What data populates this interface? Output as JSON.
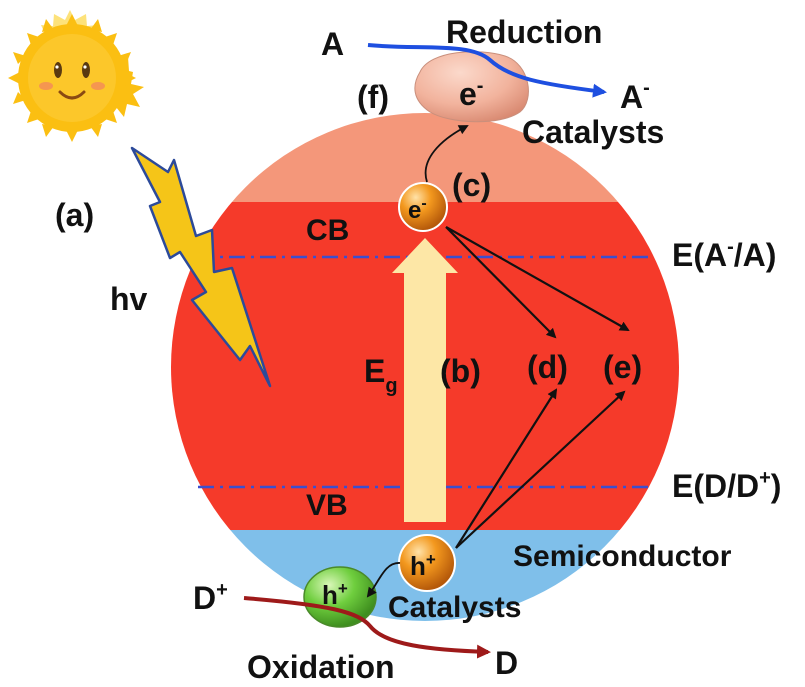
{
  "labels": {
    "a": "(a)",
    "hv": "hv",
    "cb": "CB",
    "vb": "VB",
    "eg_main": "E",
    "eg_sub": "g",
    "b": "(b)",
    "c": "(c)",
    "d": "(d)",
    "e": "(e)",
    "f": "(f)",
    "electron_main": "e",
    "electron_sup": "-",
    "hole_main": "h",
    "hole_sup": "+",
    "acceptor": "A",
    "reduced_main": "A",
    "reduced_sup": "-",
    "reduction": "Reduction",
    "catalysts_top": "Catalysts",
    "catalysts_bottom": "Catalysts",
    "potential_a_pre": "E(A",
    "potential_a_sup": "-",
    "potential_a_post": "/A)",
    "potential_d_pre": "E(D/D",
    "potential_d_sup": "+",
    "potential_d_post": ")",
    "semiconductor": "Semiconductor",
    "donor": "D",
    "oxidized_main": "D",
    "oxidized_sup": "+",
    "oxidation": "Oxidation"
  },
  "colors": {
    "cb_region": "#f4977a",
    "band_gap": "#f53a2a",
    "vb_region": "#7fbfea",
    "gap_arrow": "#fde7a6",
    "dashed_line": "#3a4fd0",
    "reduction_arrow": "#1e4fe0",
    "oxidation_arrow": "#9e1a1a",
    "sun": "#fbbf12",
    "lightning": "#f5c518",
    "electron": "#f0901a",
    "hole_catalyst": "#6fce3e",
    "electron_catalyst": "#f3b7a2"
  },
  "icons": [
    "sun-icon",
    "lightning-icon"
  ]
}
